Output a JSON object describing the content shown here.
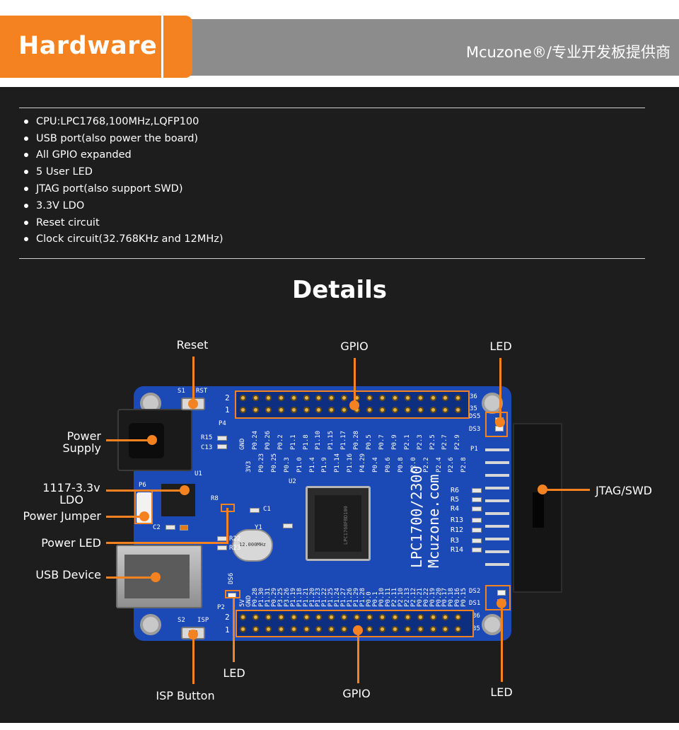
{
  "header": {
    "title": "Hardware",
    "brand": "Mcuzone®/专业开发板提供商"
  },
  "specs": [
    "CPU:LPC1768,100MHz,LQFP100",
    "USB port(also power the board)",
    "All GPIO expanded",
    "5 User LED",
    "JTAG port(also support SWD)",
    "3.3V LDO",
    "Reset circuit",
    "Clock circuit(32.768KHz and 12MHz)"
  ],
  "details_title": "Details",
  "callouts": {
    "reset": "Reset",
    "gpio_top": "GPIO",
    "led_top": "LED",
    "power_supply_1": "Power",
    "power_supply_2": "Supply",
    "ldo_1": "1117-3.3v",
    "ldo_2": "LDO",
    "power_jumper": "Power Jumper",
    "power_led": "Power LED",
    "usb_device": "USB Device",
    "jtag": "JTAG/SWD",
    "led_bottom_left": "LED",
    "isp_button": "ISP Button",
    "gpio_bottom": "GPIO",
    "led_bottom_right": "LED"
  },
  "silkscreen": {
    "board_name": "LPC1700/2300",
    "website": "Mcuzone.com",
    "s1": "S1",
    "rst": "RST",
    "s2": "S2",
    "isp": "ISP",
    "u1": "U1",
    "u2": "U2",
    "p1": "P1",
    "p2": "P2",
    "p4": "P4",
    "p6": "P6",
    "y1": "Y1",
    "c1": "C1",
    "c2": "C2",
    "c13": "C13",
    "r15": "R15",
    "r8": "R8",
    "r22": "R22",
    "r23": "R23",
    "ds1": "DS1",
    "ds2": "DS2",
    "ds3": "DS3",
    "ds5": "DS5",
    "ds6": "DS6",
    "r_labels": [
      "R6",
      "R5",
      "R4",
      "R13",
      "R12",
      "R3",
      "R14"
    ],
    "top_pins_row1": [
      "GND",
      "P0.24",
      "P0.26",
      "P0.2",
      "P1.1",
      "P1.8",
      "P1.10",
      "P1.15",
      "P1.17",
      "P0.28",
      "P0.5",
      "P0.7",
      "P0.9",
      "P2.1",
      "P2.3",
      "P2.5",
      "P2.7",
      "P2.9"
    ],
    "top_pins_row2": [
      "3V3",
      "P0.23",
      "P0.25",
      "P0.3",
      "P1.0",
      "P1.4",
      "P1.9",
      "P1.14",
      "P1.16",
      "P4.29",
      "P0.4",
      "P0.6",
      "P0.8",
      "P2.0",
      "P2.2",
      "P2.4",
      "P2.6",
      "P2.8"
    ],
    "bottom_pins_row1": [
      "5V",
      "P0.28",
      "P1.31",
      "P3.25",
      "P1.19",
      "P1.21",
      "P1.23",
      "P1.25",
      "P1.27",
      "P1.29",
      "P0.0",
      "P0.10",
      "P2.11",
      "P2.13",
      "P0.21",
      "P0.19",
      "P0.17",
      "P0.16"
    ],
    "bottom_pins_row2": [
      "GND",
      "P1.30",
      "P0.29",
      "P3.26",
      "P1.18",
      "P1.20",
      "P1.22",
      "P1.24",
      "P1.26",
      "P1.28",
      "P0.1",
      "P0.11",
      "P2.10",
      "P2.12",
      "P0.22",
      "P0.20",
      "P0.18",
      "P0.15"
    ],
    "row_num_1": "1",
    "row_num_2": "2",
    "row_num_35": "35",
    "row_num_36": "36",
    "chip_marking": "LPC1768FBD100",
    "crystal_marking": "12.000MHz"
  },
  "colors": {
    "accent": "#f58220",
    "board": "#1b49b6",
    "background": "#1d1d1d"
  }
}
